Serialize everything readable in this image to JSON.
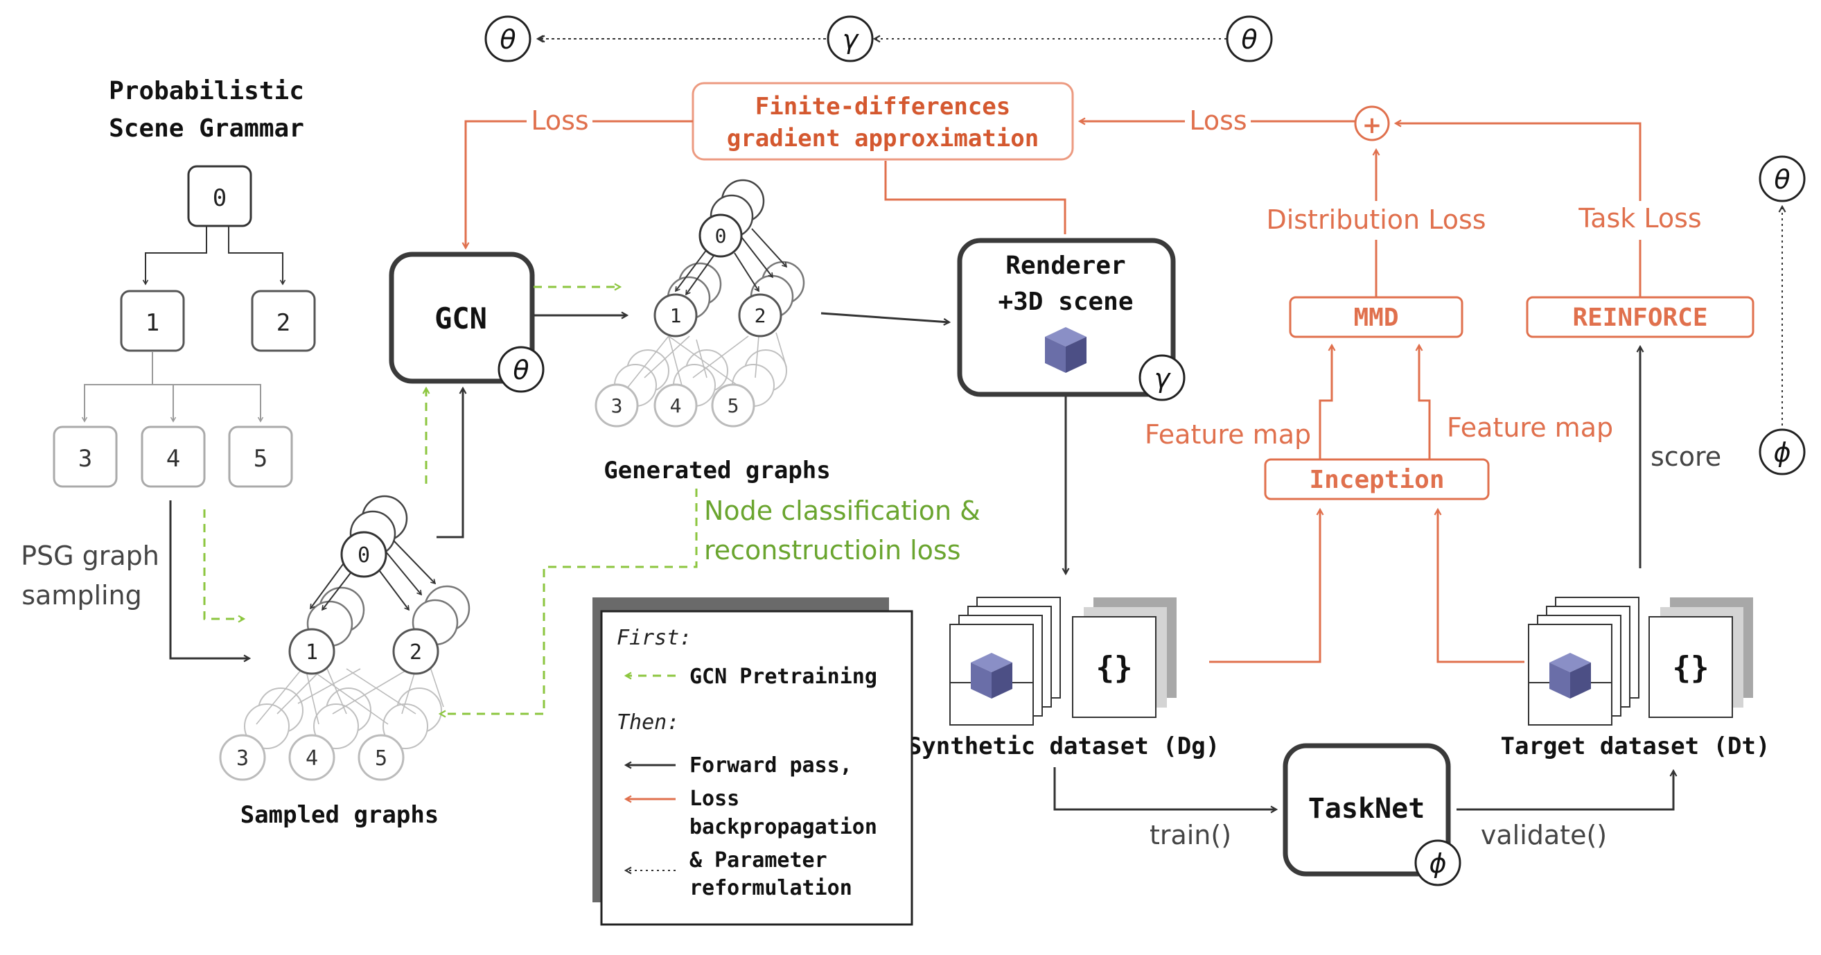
{
  "colors": {
    "dark": "#333333",
    "orange": "#e0704d",
    "green": "#8cc63f",
    "gray": "#9a9a9a",
    "light_gray": "#c0c0c0",
    "cube": "#5c5f99"
  },
  "header_params": {
    "left": "θ",
    "middle": "γ",
    "right": "θ"
  },
  "psg": {
    "title_line1": "Probabilistic",
    "title_line2": "Scene Grammar",
    "nodes": [
      "0",
      "1",
      "2",
      "3",
      "4",
      "5"
    ],
    "sampling_line1": "PSG graph",
    "sampling_line2": "sampling"
  },
  "gcn": {
    "label": "GCN",
    "param": "θ"
  },
  "generated_graphs": {
    "label": "Generated graphs",
    "nodes": [
      "0",
      "1",
      "2",
      "3",
      "4",
      "5"
    ]
  },
  "sampled_graphs": {
    "label": "Sampled graphs",
    "nodes": [
      "0",
      "1",
      "2",
      "3",
      "4",
      "5"
    ]
  },
  "finite_diff": {
    "line1": "Finite-differences",
    "line2": "gradient approximation"
  },
  "loss_left": "Loss",
  "loss_right": "Loss",
  "plus_symbol": "+",
  "renderer": {
    "line1": "Renderer",
    "line2": "+3D scene",
    "param": "γ"
  },
  "node_loss": {
    "line1": "Node classification &",
    "line2": "reconstructioin loss"
  },
  "distribution_loss": "Distribution Loss",
  "task_loss": "Task Loss",
  "mmd": "MMD",
  "reinforce": "REINFORCE",
  "inception": "Inception",
  "feature_map_left": "Feature map",
  "feature_map_right": "Feature map",
  "score": "score",
  "right_params": {
    "top": "θ",
    "bottom": "ϕ"
  },
  "synthetic_dataset": {
    "label": "Synthetic dataset (Dg)",
    "json_icon": "{}"
  },
  "target_dataset": {
    "label": "Target dataset (Dt)",
    "json_icon": "{}"
  },
  "tasknet": {
    "label": "TaskNet",
    "param": "ϕ"
  },
  "train": "train()",
  "validate": "validate()",
  "legend": {
    "first": "First:",
    "pretraining": "GCN Pretraining",
    "then": "Then:",
    "forward": "Forward pass,",
    "loss_line1": "Loss",
    "loss_line2": "backpropagation",
    "param_line1": "& Parameter",
    "param_line2": "reformulation"
  }
}
